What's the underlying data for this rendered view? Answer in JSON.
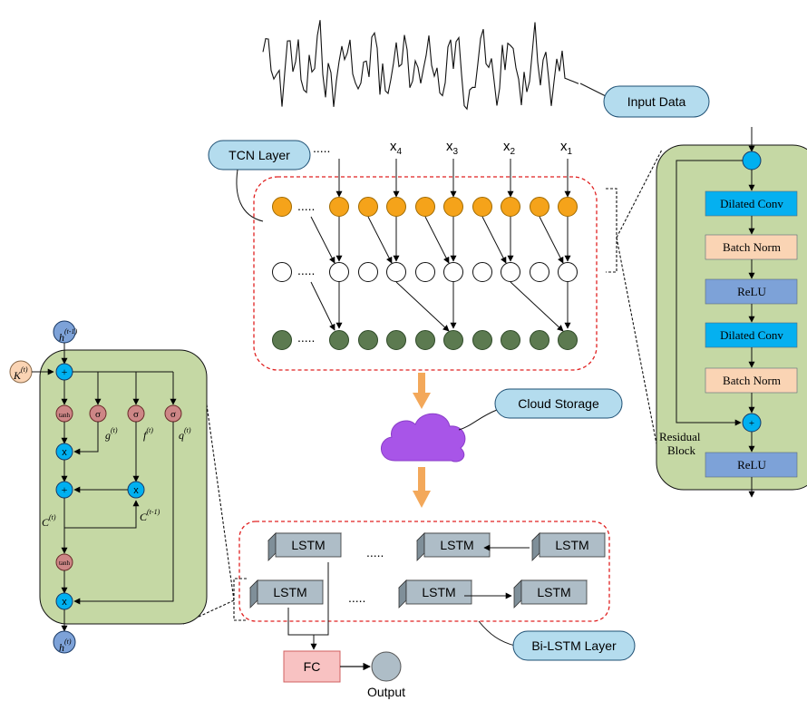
{
  "callouts": {
    "input_data": "Input Data",
    "tcn_layer": "TCN Layer",
    "cloud_storage": "Cloud Storage",
    "bilstm_layer": "Bi-LSTM Layer"
  },
  "tcn": {
    "inputs": [
      "x4",
      "x3",
      "x2",
      "x1"
    ],
    "input_subscripts": [
      "4",
      "3",
      "2",
      "1"
    ],
    "ellipsis": "....."
  },
  "residual_block": {
    "label_line1": "Residual",
    "label_line2": "Block",
    "plus": "+",
    "layers": [
      "Dilated Conv",
      "Batch Norm",
      "ReLU",
      "Dilated Conv",
      "Batch Norm",
      "ReLU"
    ]
  },
  "lstm_cell": {
    "h_prev": "h",
    "h_prev_sup": "(t-1)",
    "x_in": "K",
    "x_in_sup": "(t)",
    "plus": "+",
    "tanh": "tanh",
    "sigma": "σ",
    "mult": "x",
    "g_label": "g",
    "f_label": "f",
    "q_label": "q",
    "gate_sup": "(t)",
    "c_label": "C",
    "c_sup": "(t)",
    "c_prev_sup": "(t-1)",
    "h_out": "h",
    "h_out_sup": "(t)"
  },
  "bilstm": {
    "cell_label": "LSTM",
    "ellipsis": "....."
  },
  "fc_label": "FC",
  "output_label": "Output",
  "colors": {
    "orange_node": "#f5a31a",
    "green_node": "#5c7a50",
    "panel_green": "#c5d8a4",
    "cyan_node": "#00b0f0",
    "callout_blue": "#b4dcee",
    "gate_red": "#cd8686",
    "cloud_purple": "#a855e8",
    "arrow_orange": "#f3a85a",
    "batch_norm": "#fad4b4",
    "relu_blue": "#7da2d8",
    "dilated_conv": "#05b0f0",
    "lstm_box": "#aebdc7",
    "fc_pink": "#f8c2c2",
    "dash_red": "#e02020"
  }
}
